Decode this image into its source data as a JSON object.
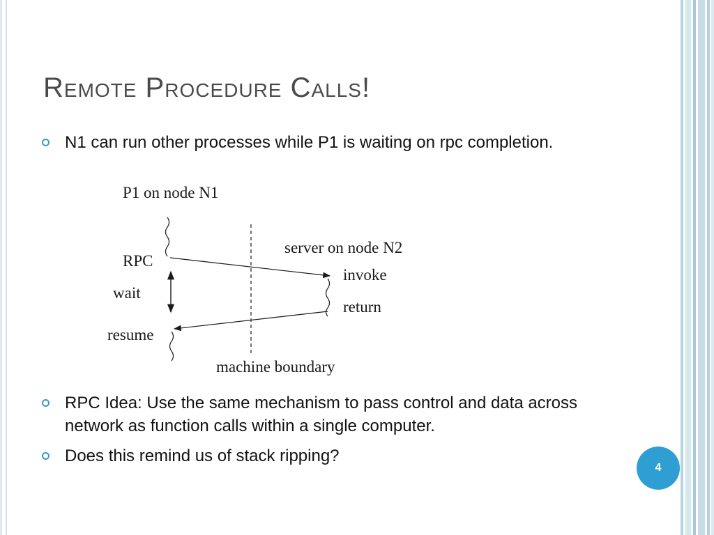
{
  "slide": {
    "title": "Remote Procedure Calls!",
    "page_number": "4",
    "bullets": [
      "N1 can run other processes while P1 is waiting on rpc completion.",
      "RPC Idea: Use the same mechanism to pass control and data across network as function calls within a single computer.",
      "Does this remind us of stack ripping?"
    ]
  },
  "diagram": {
    "p1_label": "P1 on node N1",
    "server_label": "server on node N2",
    "rpc_label": "RPC",
    "wait_label": "wait",
    "resume_label": "resume",
    "invoke_label": "invoke",
    "return_label": "return",
    "boundary_label": "machine boundary"
  },
  "colors": {
    "accent": "#2f9fd3",
    "bullet_marker": "#3a9ac8",
    "title": "#4a4a4a",
    "stripe": "#b9d4e1"
  }
}
